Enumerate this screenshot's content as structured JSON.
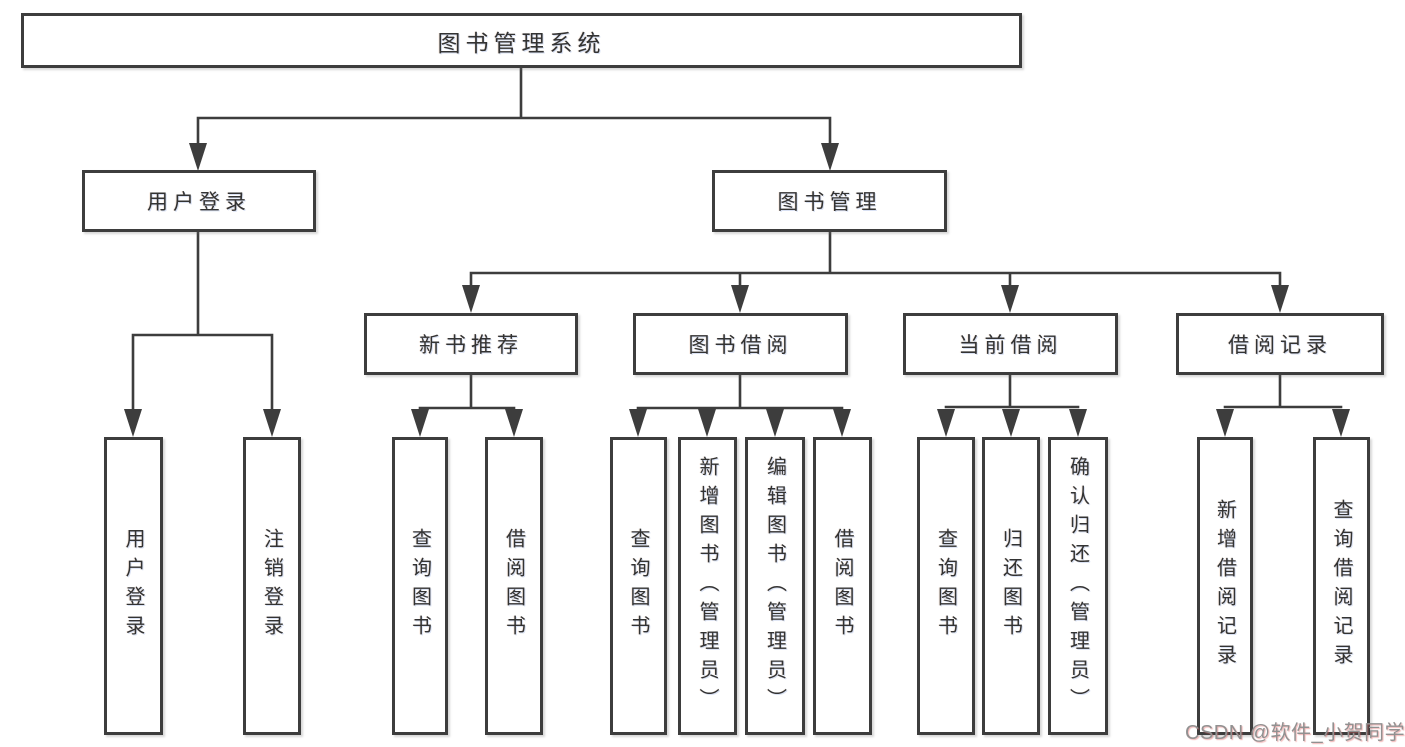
{
  "diagram": {
    "type": "hierarchy-tree",
    "title": "图书管理系统",
    "tree": {
      "label": "图书管理系统",
      "children": [
        {
          "label": "用户登录",
          "children": [
            {
              "label": "用户登录"
            },
            {
              "label": "注销登录"
            }
          ]
        },
        {
          "label": "图书管理",
          "children": [
            {
              "label": "新书推荐",
              "children": [
                {
                  "label": "查询图书"
                },
                {
                  "label": "借阅图书"
                }
              ]
            },
            {
              "label": "图书借阅",
              "children": [
                {
                  "label": "查询图书"
                },
                {
                  "label": "新增图书（管理员）"
                },
                {
                  "label": "编辑图书（管理员）"
                },
                {
                  "label": "借阅图书"
                }
              ]
            },
            {
              "label": "当前借阅",
              "children": [
                {
                  "label": "查询图书"
                },
                {
                  "label": "归还图书"
                },
                {
                  "label": "确认归还（管理员）"
                }
              ]
            },
            {
              "label": "借阅记录",
              "children": [
                {
                  "label": "新增借阅记录"
                },
                {
                  "label": "查询借阅记录"
                }
              ]
            }
          ]
        }
      ]
    },
    "colors": {
      "line": "#3d3d3d",
      "box_border": "#3d3d3d",
      "box_fill": "#ffffff",
      "text": "#333333",
      "background": "#ffffff",
      "watermark": "#919191",
      "watermark_tint": "#e05a5a"
    }
  },
  "watermark": {
    "text": "CSDN @软件_小贺同学"
  }
}
